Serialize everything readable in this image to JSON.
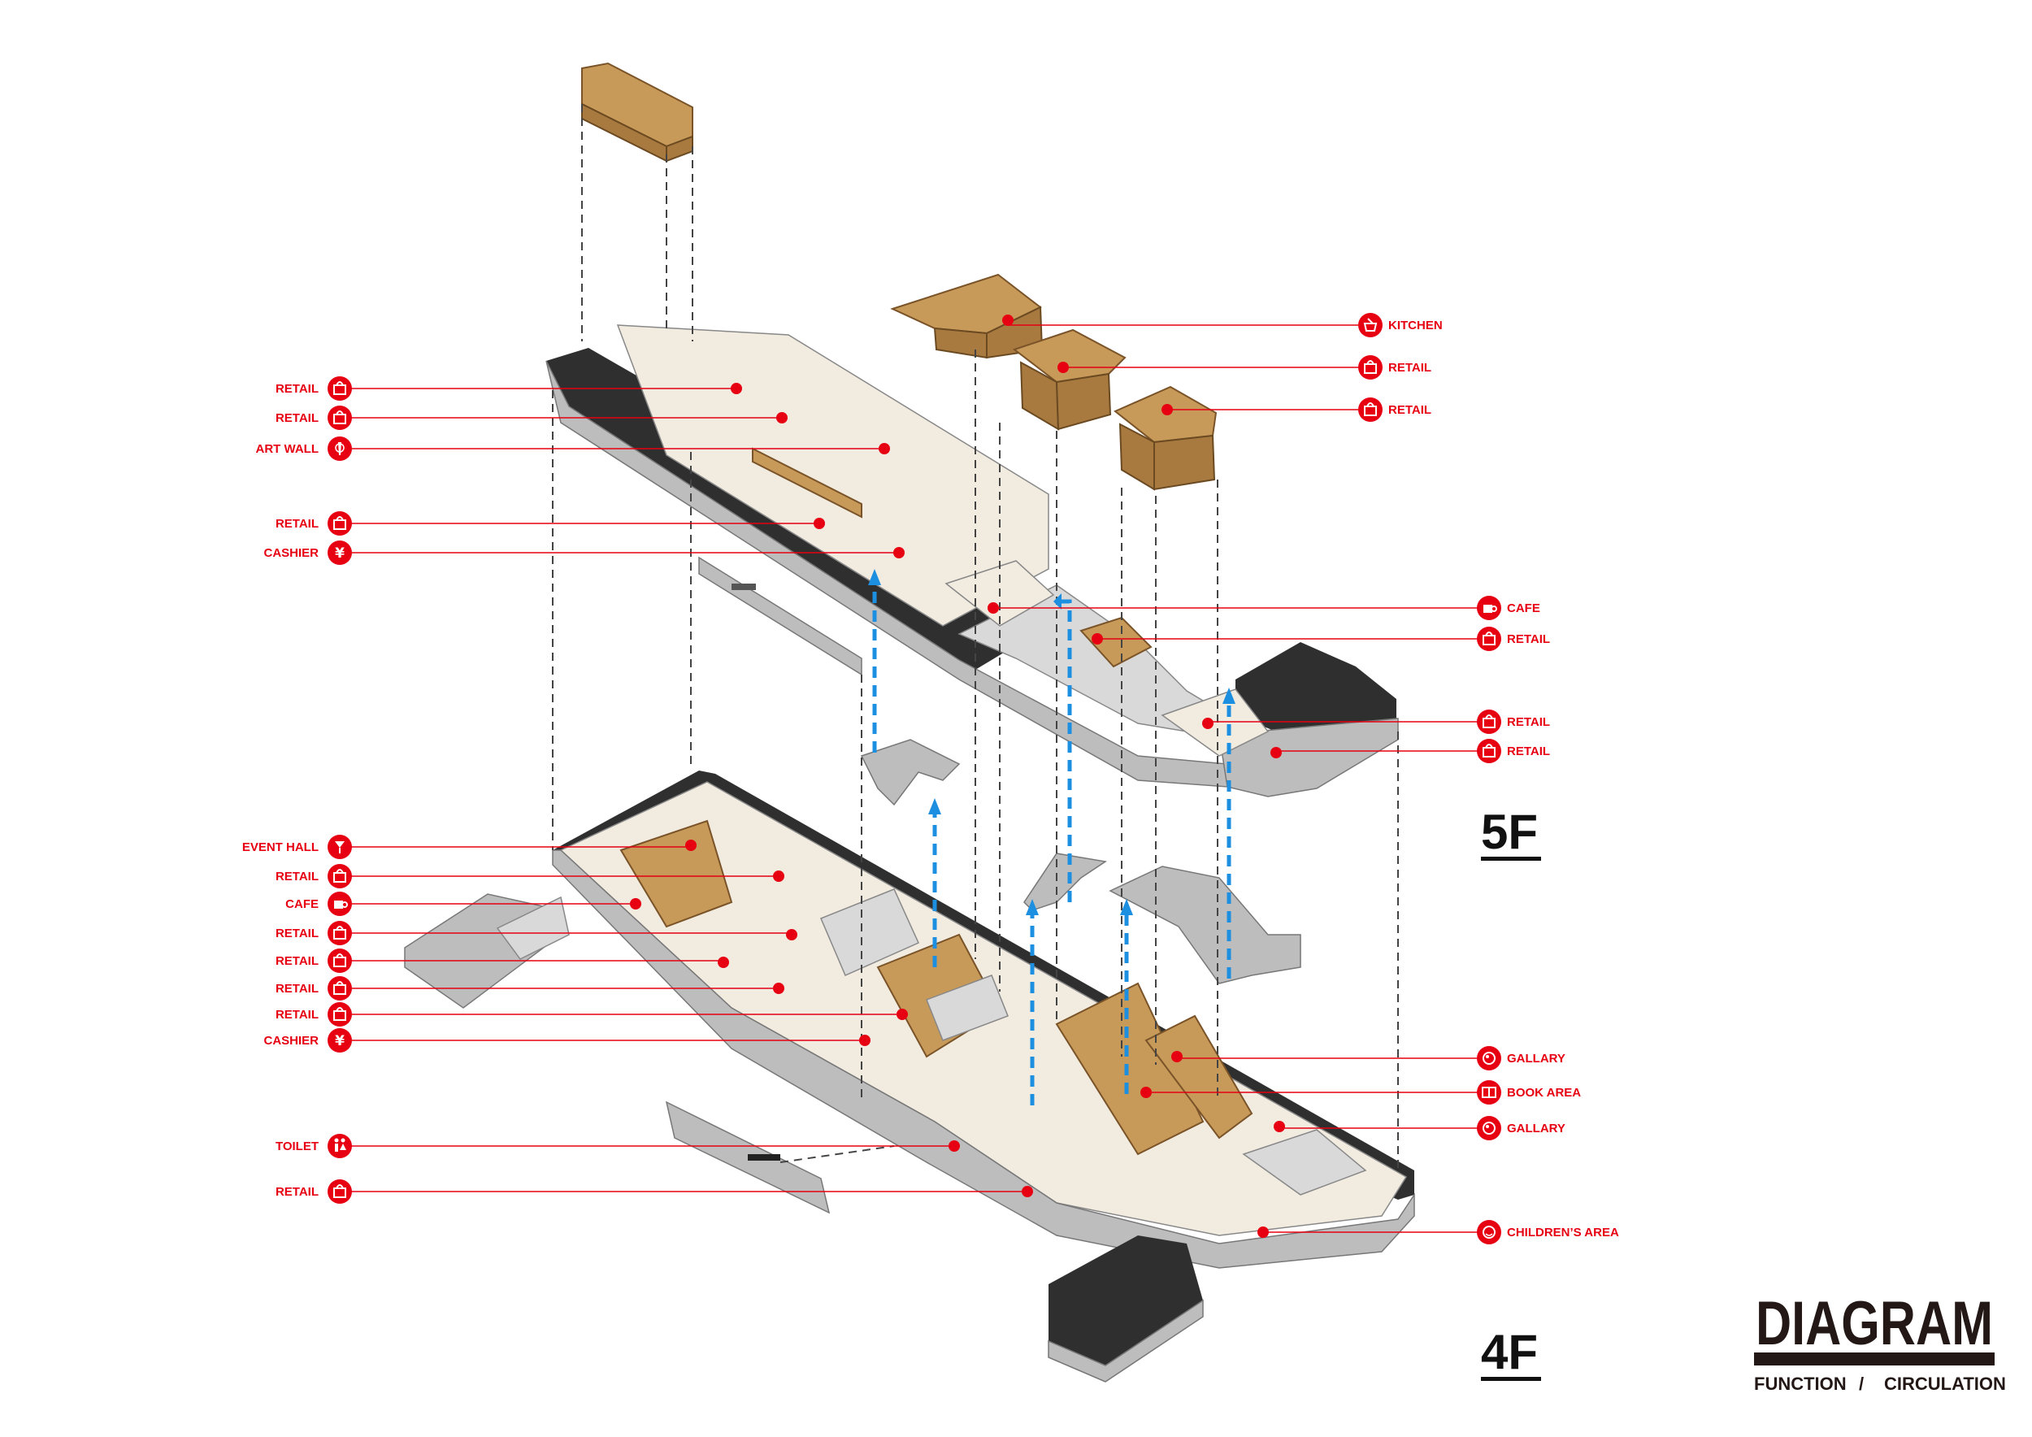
{
  "diagram": {
    "title": "DIAGRAM",
    "subtitle_left": "FUNCTION",
    "subtitle_sep": "/",
    "subtitle_right": "CIRCULATION",
    "floors": {
      "upper": "5F",
      "lower": "4F"
    },
    "colors": {
      "accent": "#e60012",
      "circulation": "#1d8fe0",
      "wood": "#c89a5a",
      "dark_wall": "#2f2f2f"
    },
    "labels_5f_left": [
      {
        "text": "RETAIL",
        "icon": "shopping-bag-icon"
      },
      {
        "text": "RETAIL",
        "icon": "shopping-bag-icon"
      },
      {
        "text": "ART WALL",
        "icon": "art-wall-icon"
      },
      {
        "text": "RETAIL",
        "icon": "shopping-bag-icon"
      },
      {
        "text": "CASHIER",
        "icon": "yen-icon",
        "glyph": "¥"
      }
    ],
    "labels_5f_right": [
      {
        "text": "KITCHEN",
        "icon": "kitchen-icon"
      },
      {
        "text": "RETAIL",
        "icon": "shopping-bag-icon"
      },
      {
        "text": "RETAIL",
        "icon": "shopping-bag-icon"
      },
      {
        "text": "CAFE",
        "icon": "coffee-cup-icon"
      },
      {
        "text": "RETAIL",
        "icon": "shopping-bag-icon"
      },
      {
        "text": "RETAIL",
        "icon": "shopping-bag-icon"
      },
      {
        "text": "RETAIL",
        "icon": "shopping-bag-icon"
      }
    ],
    "labels_4f_left": [
      {
        "text": "EVENT HALL",
        "icon": "event-hall-icon"
      },
      {
        "text": "RETAIL",
        "icon": "shopping-bag-icon"
      },
      {
        "text": "CAFE",
        "icon": "coffee-cup-icon"
      },
      {
        "text": "RETAIL",
        "icon": "shopping-bag-icon"
      },
      {
        "text": "RETAIL",
        "icon": "shopping-bag-icon"
      },
      {
        "text": "RETAIL",
        "icon": "shopping-bag-icon"
      },
      {
        "text": "RETAIL",
        "icon": "shopping-bag-icon"
      },
      {
        "text": "CASHIER",
        "icon": "yen-icon",
        "glyph": "¥"
      },
      {
        "text": "TOILET",
        "icon": "toilet-icon"
      },
      {
        "text": "RETAIL",
        "icon": "shopping-bag-icon"
      }
    ],
    "labels_4f_right": [
      {
        "text": "GALLARY",
        "icon": "gallery-icon"
      },
      {
        "text": "BOOK AREA",
        "icon": "book-icon"
      },
      {
        "text": "GALLARY",
        "icon": "gallery-icon"
      },
      {
        "text": "CHILDREN’S AREA",
        "icon": "children-icon"
      }
    ]
  }
}
